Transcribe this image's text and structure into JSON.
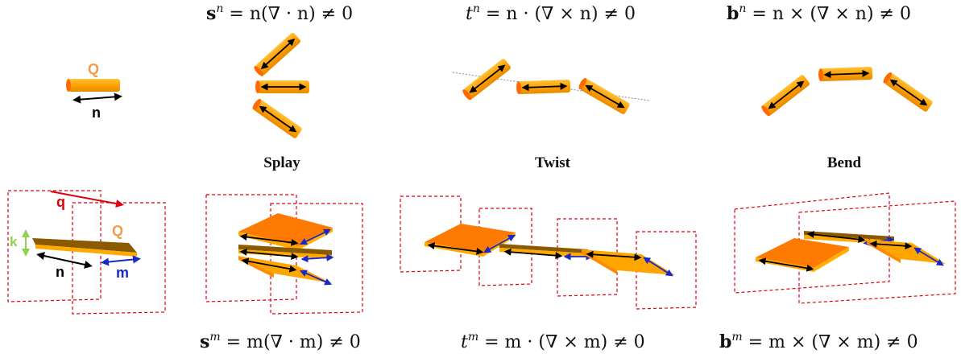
{
  "top_row": {
    "rod_label_q": "Q",
    "rod_label_n": "n",
    "eq_splay": {
      "lhs": "s",
      "sup": "n",
      "rhs": " = n(∇ · n) ≠ 0"
    },
    "eq_twist": {
      "lhs": "t",
      "sup": "n",
      "rhs": " = n · (∇ × n) ≠ 0"
    },
    "eq_bend": {
      "lhs": "b",
      "sup": "n",
      "rhs": " = n × (∇ × n) ≠ 0"
    }
  },
  "captions": {
    "splay": "Splay",
    "twist": "Twist",
    "bend": "Bend"
  },
  "bottom_row": {
    "label_q": "q",
    "label_k": "k",
    "label_Q": "Q",
    "label_n": "n",
    "label_m": "m",
    "eq_splay": {
      "lhs": "s",
      "sup": "m",
      "rhs": " = m(∇ · m) ≠ 0"
    },
    "eq_twist": {
      "lhs": "t",
      "sup": "m",
      "rhs": " = m · (∇ × m) ≠ 0"
    },
    "eq_bend": {
      "lhs": "b",
      "sup": "m",
      "rhs": " = m × (∇ × m) ≠ 0"
    }
  },
  "colors": {
    "rod_body": "#FFA000",
    "rod_cap": "#FF6A00",
    "plate_top": "#FF7A00",
    "plate_side": "#FFAA00",
    "plate_shadow": "#8B5A00",
    "frame": "#E0000E",
    "q_arrow": "#E0000E",
    "m_arrow": "#1A28C8",
    "n_arrow": "#000000",
    "k_arrow": "#8FD14F",
    "Q_label": "#F29B4B"
  }
}
